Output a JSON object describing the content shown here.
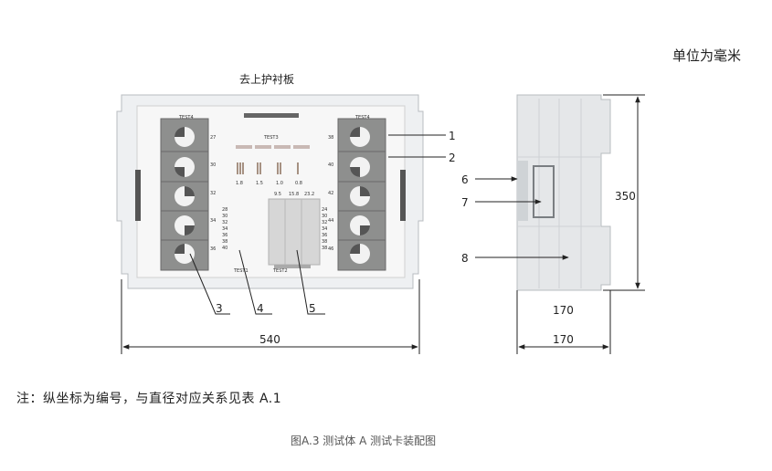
{
  "unit_label": "单位为毫米",
  "front_view": {
    "title": "去上护衬板",
    "width_dim": "540",
    "callouts": [
      "1",
      "2",
      "3",
      "4",
      "5"
    ],
    "card_labels": {
      "top_center": "TEST3",
      "top_left": "TEST4",
      "top_right": "TEST4",
      "bottom_left": "TEST1",
      "bottom_center": "TEST2"
    },
    "left_column_numbers": [
      "27",
      "30",
      "32",
      "34",
      "36"
    ],
    "right_column_numbers": [
      "38",
      "40",
      "42",
      "44",
      "46"
    ],
    "slot_values": [
      "1.8",
      "1.5",
      "1.0",
      "0.8"
    ],
    "mid_values": [
      "9.5",
      "15.8",
      "23.2"
    ],
    "center_left_list": [
      "28",
      "30",
      "32",
      "34",
      "36",
      "38",
      "40"
    ],
    "center_right_list": [
      "24",
      "30",
      "32",
      "34",
      "36",
      "38",
      "38"
    ]
  },
  "side_view": {
    "height_dim": "350",
    "depth_dim_top": "170",
    "depth_dim_bottom": "170",
    "callouts": [
      "6",
      "7",
      "8"
    ]
  },
  "note": "注：纵坐标为编号，与直径对应关系见表 A.1",
  "caption": "图A.3  测试体 A 测试卡装配图"
}
